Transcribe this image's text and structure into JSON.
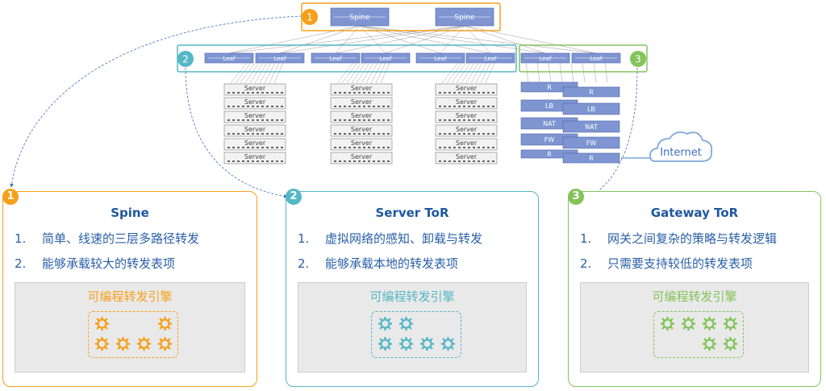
{
  "top_diagram": {
    "spine_label": "Spine",
    "leaf_label": "Leaf",
    "server_label": "Server",
    "gateway_labels": [
      "R",
      "LB",
      "NAT",
      "FW",
      "R"
    ],
    "internet_label": "Internet",
    "callouts": [
      "1",
      "2",
      "3"
    ]
  },
  "panels": [
    {
      "badge": "1",
      "title": "Spine",
      "points": [
        {
          "num": "1.",
          "text": "简单、线速的三层多路径转发"
        },
        {
          "num": "2.",
          "text": "能够承载较大的转发表项"
        }
      ],
      "engine_title": "可编程转发引擎"
    },
    {
      "badge": "2",
      "title": "Server ToR",
      "points": [
        {
          "num": "1.",
          "text": "虚拟网络的感知、卸载与转发"
        },
        {
          "num": "2.",
          "text": "能够承载本地的转发表项"
        }
      ],
      "engine_title": "可编程转发引擎"
    },
    {
      "badge": "3",
      "title": "Gateway ToR",
      "points": [
        {
          "num": "1.",
          "text": "网关之间复杂的策略与转发逻辑"
        },
        {
          "num": "2.",
          "text": "只需要支持较低的转发表项"
        }
      ],
      "engine_title": "可编程转发引擎"
    }
  ],
  "colors": {
    "spine": "#f6a01a",
    "server": "#55b7c6",
    "gateway": "#84c45a",
    "switch_fill": "#7f95d2",
    "title_text": "#1e57a0"
  }
}
